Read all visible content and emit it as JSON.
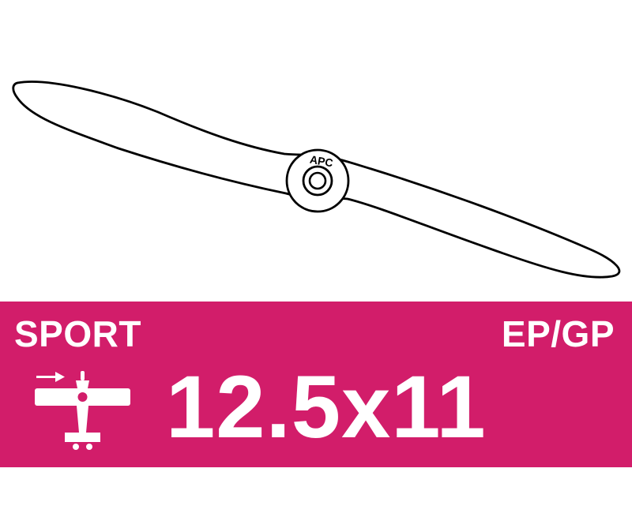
{
  "propeller": {
    "brand": "APC",
    "icon": "propeller-outline-icon"
  },
  "banner": {
    "category": "SPORT",
    "fuel": "EP/GP",
    "size": "12.5x11",
    "icon": "airplane-icon",
    "background_color": "#d21d6a",
    "text_color": "#ffffff"
  }
}
